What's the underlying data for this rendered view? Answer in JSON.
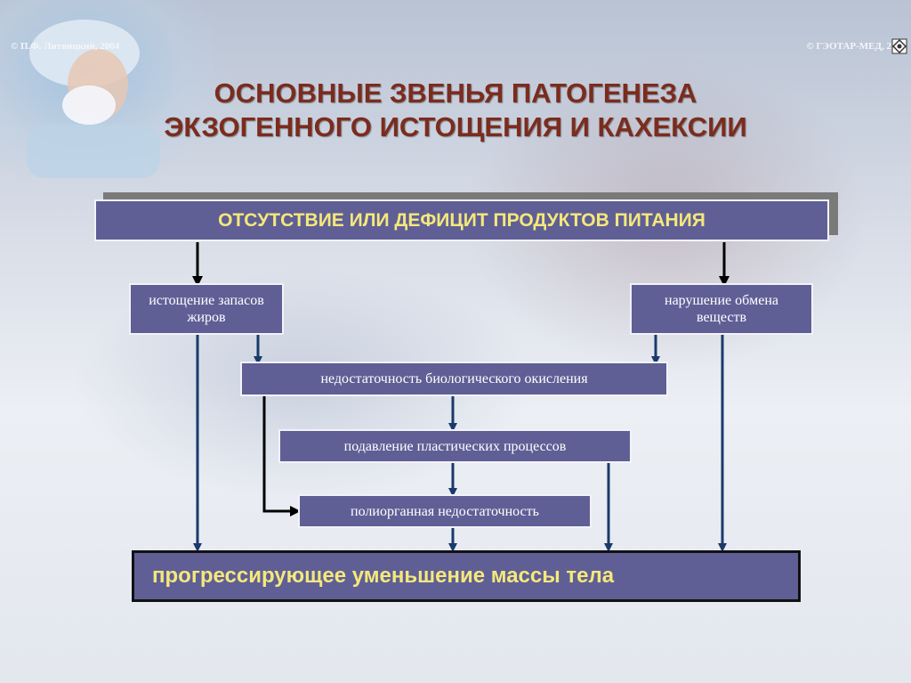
{
  "header": {
    "author_credit": "© П.Ф. Литвицкий, 2004",
    "publisher_credit": "© ГЭОТАР-МЕД, 2"
  },
  "title": {
    "line1": "ОСНОВНЫЕ  ЗВЕНЬЯ  ПАТОГЕНЕЗА",
    "line2": "ЭКЗОГЕННОГО  ИСТОЩЕНИЯ И  КАХЕКСИИ"
  },
  "diagram": {
    "top": "ОТСУТСТВИЕ  ИЛИ  ДЕФИЦИТ  ПРОДУКТОВ  ПИТАНИЯ",
    "fat_depletion": "истощение запасов жиров",
    "metabolism": "нарушение обмена веществ",
    "bio_oxidation": "недостаточность биологического окисления",
    "plastic": "подавление пластических процессов",
    "polyorgan": "полиорганная недостаточность",
    "result": "прогрессирующее уменьшение массы тела"
  },
  "colors": {
    "box_fill": "#5f5f96",
    "title_text": "#7b2c1e",
    "highlight_text": "#f5e87a",
    "arrow": "#1a3a6b"
  }
}
